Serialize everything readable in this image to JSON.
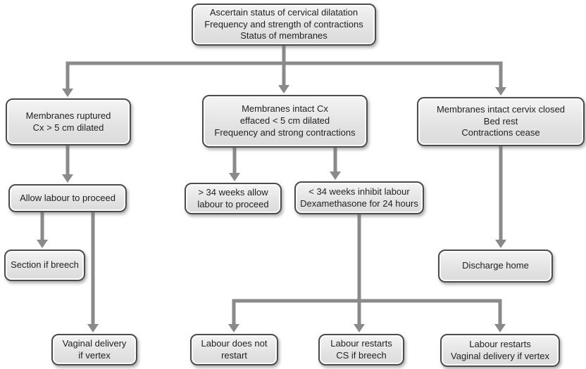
{
  "diagram": {
    "type": "flowchart",
    "topic": "Management of labour by cervical dilatation and membrane status",
    "colors": {
      "connector": "#8a8a8a",
      "box_border": "#4c4c4c",
      "box_fill": "#e4e4e4",
      "text": "#1f1f1f",
      "background": "#ffffff"
    },
    "nodes": {
      "root": {
        "text": "Ascertain status of cervical dilatation\nFrequency and strength of contractions\nStatus of membranes"
      },
      "membranes_ruptured": {
        "text": "Membranes ruptured\nCx > 5 cm dilated"
      },
      "membranes_intact_cx": {
        "text": "Membranes intact Cx\neffaced < 5 cm dilated\nFrequency and strong contractions"
      },
      "membranes_intact_closed": {
        "text": "Membranes intact cervix closed\nBed rest\nContractions cease"
      },
      "allow_labour": {
        "text": "Allow labour to proceed"
      },
      "gt_34_weeks": {
        "text": "> 34 weeks allow\nlabour to proceed"
      },
      "lt_34_weeks": {
        "text": "< 34 weeks inhibit labour\nDexamethasone for 24 hours"
      },
      "section_if_breech": {
        "text": "Section if breech"
      },
      "discharge_home": {
        "text": "Discharge home"
      },
      "vaginal_delivery": {
        "text": "Vaginal delivery\nif vertex"
      },
      "labour_not_restart": {
        "text": "Labour does not\nrestart"
      },
      "labour_restarts_cs": {
        "text": "Labour restarts\nCS if breech"
      },
      "labour_restarts_vaginal": {
        "text": "Labour restarts\nVaginal delivery if vertex"
      }
    },
    "edges": [
      {
        "from": "root",
        "to": "membranes_ruptured"
      },
      {
        "from": "root",
        "to": "membranes_intact_cx"
      },
      {
        "from": "root",
        "to": "membranes_intact_closed"
      },
      {
        "from": "membranes_ruptured",
        "to": "allow_labour"
      },
      {
        "from": "allow_labour",
        "to": "section_if_breech"
      },
      {
        "from": "allow_labour",
        "to": "vaginal_delivery"
      },
      {
        "from": "membranes_intact_cx",
        "to": "gt_34_weeks"
      },
      {
        "from": "membranes_intact_cx",
        "to": "lt_34_weeks"
      },
      {
        "from": "lt_34_weeks",
        "to": "labour_not_restart"
      },
      {
        "from": "lt_34_weeks",
        "to": "labour_restarts_cs"
      },
      {
        "from": "lt_34_weeks",
        "to": "labour_restarts_vaginal"
      },
      {
        "from": "membranes_intact_closed",
        "to": "discharge_home"
      }
    ]
  }
}
